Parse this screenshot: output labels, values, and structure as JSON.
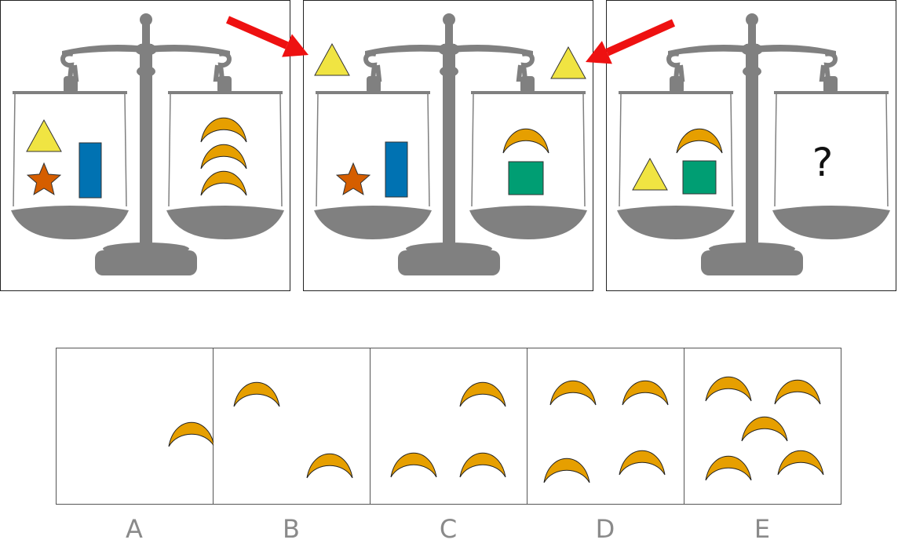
{
  "puzzle": {
    "panels": [
      {
        "id": "scale-1",
        "left_pan": [
          "triangle",
          "rectangle",
          "star"
        ],
        "right_pan": [
          "crescent",
          "crescent",
          "crescent"
        ]
      },
      {
        "id": "scale-2",
        "left_pan": [
          "star",
          "rectangle"
        ],
        "right_pan": [
          "crescent",
          "square"
        ],
        "removed_from_left": [
          "triangle"
        ],
        "removed_from_right": [
          "triangle"
        ]
      },
      {
        "id": "scale-3",
        "left_pan": [
          "triangle",
          "crescent",
          "square"
        ],
        "right_pan_text": "?"
      }
    ],
    "arrow_color": "#ee1111",
    "shape_colors": {
      "triangle": "#f0e442",
      "rectangle": "#0072b2",
      "star": "#d55e00",
      "crescent": "#e69f00",
      "square": "#009e73",
      "scale": "#808080"
    }
  },
  "options": [
    {
      "label": "A",
      "crescent_count": 1
    },
    {
      "label": "B",
      "crescent_count": 2
    },
    {
      "label": "C",
      "crescent_count": 3
    },
    {
      "label": "D",
      "crescent_count": 4
    },
    {
      "label": "E",
      "crescent_count": 5
    }
  ]
}
